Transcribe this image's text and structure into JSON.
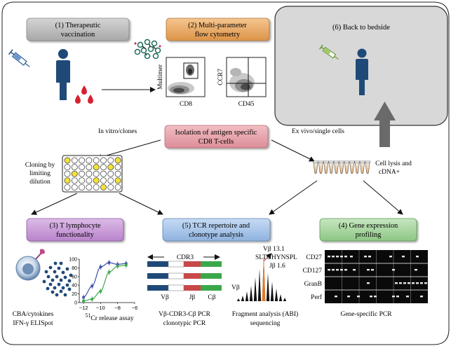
{
  "steps": {
    "s1": {
      "line1": "(1) Therapeutic",
      "line2": "vaccination"
    },
    "s2": {
      "line1": "(2) Multi-parameter",
      "line2": "flow cytometry"
    },
    "s3": {
      "line1": "(3) T lymphocyte",
      "line2": "functionality"
    },
    "s4": {
      "line1": "(4) Gene expression",
      "line2": "profiling"
    },
    "s5": {
      "line1": "(5) TCR repertoire and",
      "line2": "clonotype analysis"
    },
    "s6": {
      "line1": "(6) Back to bedside"
    }
  },
  "isolation": {
    "line1": "Isolation of antigen specific",
    "line2": "CD8 T-cells"
  },
  "branches": {
    "left": "In vitro/clones",
    "right": "Ex vivo/single cells",
    "cloning": {
      "line1": "Cloning by",
      "line2": "limiting",
      "line3": "dilution"
    },
    "lysis": {
      "line1": "Cell lysis and",
      "line2": "cDNA+"
    }
  },
  "flow": {
    "plot1": {
      "ylabel": "Multimer",
      "xlabel": "CD8"
    },
    "plot2": {
      "ylabel": "CCR7",
      "xlabel": "CD45"
    }
  },
  "assay_chart": {
    "yticks": [
      "100",
      "80",
      "60",
      "40",
      "20",
      "0"
    ],
    "xticks": [
      "−12",
      "−10",
      "−8",
      "−6"
    ]
  },
  "chart_data": {
    "type": "line",
    "xlim": [
      -12.5,
      -6
    ],
    "ylim": [
      0,
      100
    ],
    "xticks": [
      -12,
      -10,
      -8,
      -6
    ],
    "yticks": [
      0,
      20,
      40,
      60,
      80,
      100
    ],
    "series": [
      {
        "x": [
          -12,
          -11,
          -10,
          -9,
          -8,
          -7
        ],
        "values": [
          12,
          38,
          82,
          92,
          88,
          90
        ],
        "color": "#3c4fa8"
      },
      {
        "x": [
          -12,
          -11,
          -10,
          -9,
          -8,
          -7
        ],
        "values": [
          4,
          8,
          26,
          70,
          84,
          86
        ],
        "color": "#3aa84a"
      }
    ]
  },
  "tcr": {
    "cdr3": "CDR3",
    "segments": {
      "v": "Vβ",
      "j": "Jβ",
      "c": "Cβ"
    },
    "fragment": {
      "vb_label": "Vβ 13.1",
      "sequence": "SLTGHYNSPL",
      "jb_label": "Jβ 1.6",
      "axis_label": "Vβ"
    }
  },
  "genes": [
    "CD27",
    "CD127",
    "GranB",
    "Perf"
  ],
  "captions": {
    "cba": {
      "line1": "CBA/cytokines",
      "line2": "IFN-γ ELISpot"
    },
    "cr": {
      "sup": "51",
      "text": "Cr release assay"
    },
    "pcr": {
      "line1": "Vβ-CDR3-Cβ PCR",
      "line2": "clonotypic PCR"
    },
    "frag": {
      "line1": "Fragment analysis (ABI)",
      "line2": "sequencing"
    },
    "gene": "Gene-specific PCR"
  },
  "colors": {
    "gray_box": "#b8b8b8",
    "orange_box": "#e8a862",
    "pink_box": "#e7a0a8",
    "purple_box": "#c79ad6",
    "blue_box": "#a8c4e8",
    "green_box": "#a9d5a0",
    "bedside_panel": "#d8d8d8",
    "person": "#1f4a78",
    "blood": "#d8202e"
  }
}
